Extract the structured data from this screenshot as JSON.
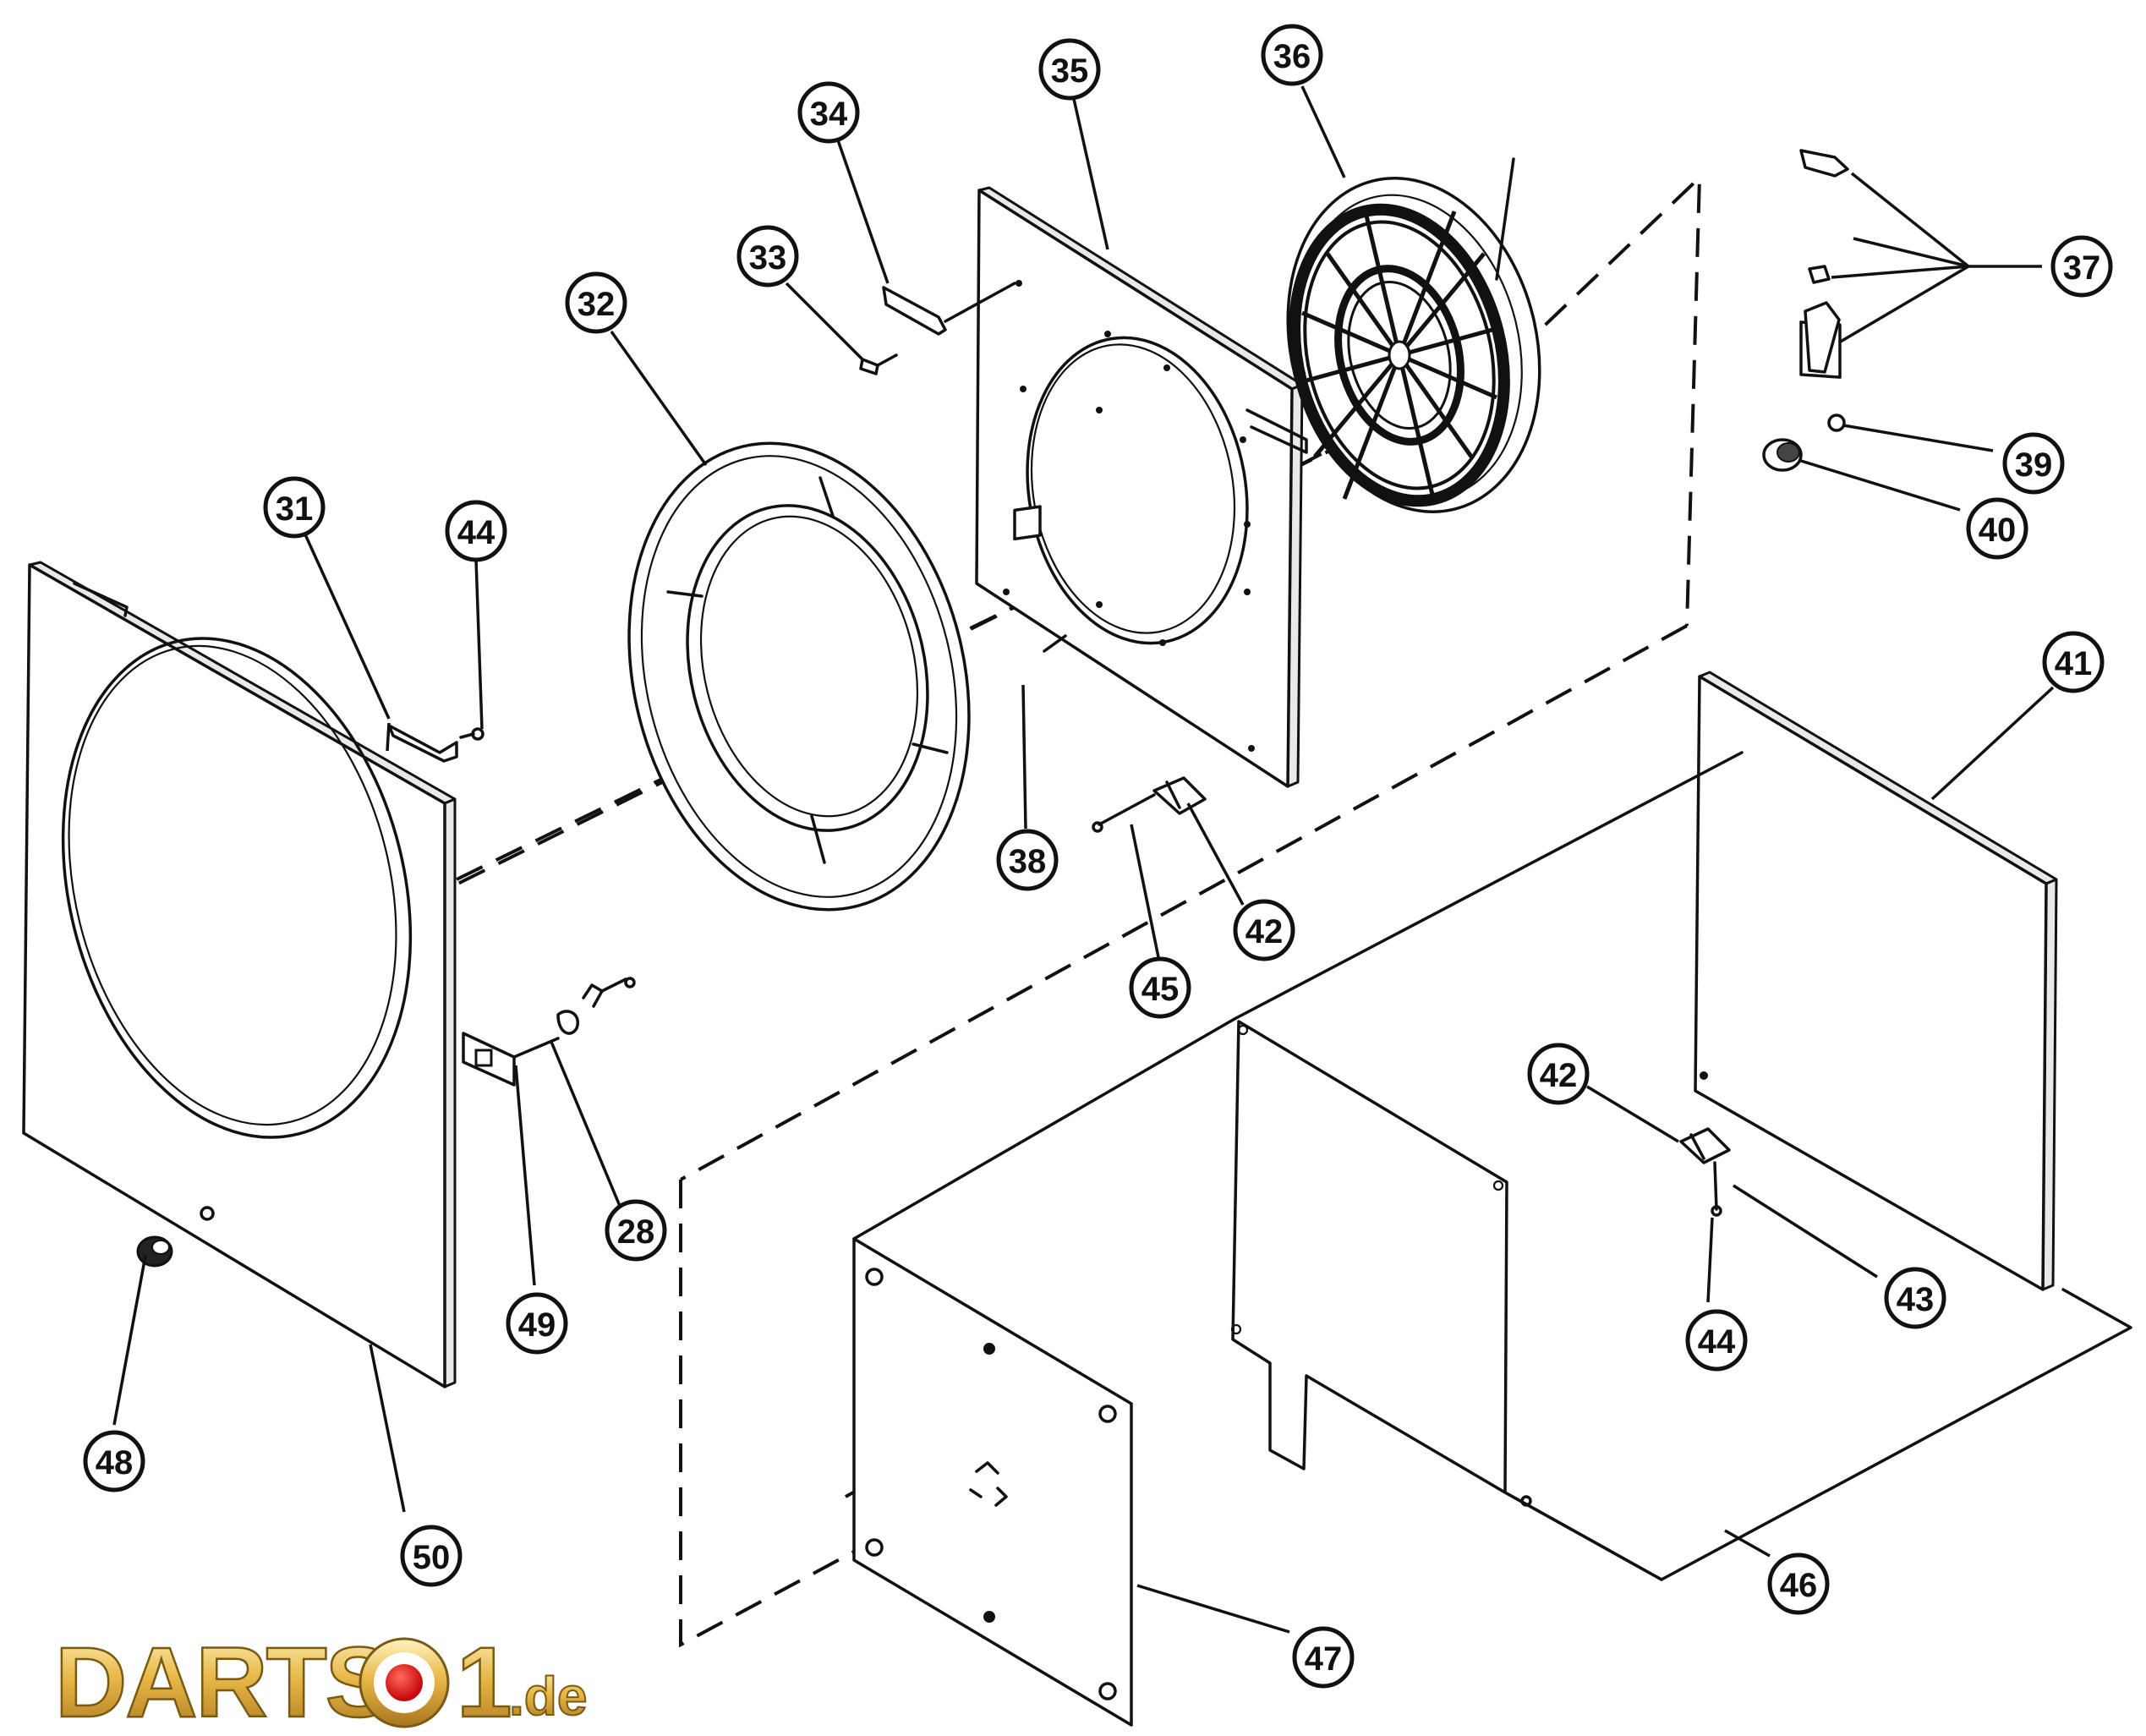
{
  "callouts": [
    {
      "label": "28"
    },
    {
      "label": "31"
    },
    {
      "label": "32"
    },
    {
      "label": "33"
    },
    {
      "label": "34"
    },
    {
      "label": "35"
    },
    {
      "label": "36"
    },
    {
      "label": "37"
    },
    {
      "label": "38"
    },
    {
      "label": "39"
    },
    {
      "label": "40"
    },
    {
      "label": "41"
    },
    {
      "label": "42"
    },
    {
      "label": "42"
    },
    {
      "label": "43"
    },
    {
      "label": "44"
    },
    {
      "label": "44"
    },
    {
      "label": "45"
    },
    {
      "label": "46"
    },
    {
      "label": "47"
    },
    {
      "label": "48"
    },
    {
      "label": "49"
    },
    {
      "label": "50"
    }
  ],
  "logo": {
    "main": "DARTS",
    "num": "1",
    "suffix": ".de"
  },
  "colors": {
    "ink": "#111111",
    "logo_gold": "#d9a93a",
    "logo_red": "#e0161b"
  }
}
